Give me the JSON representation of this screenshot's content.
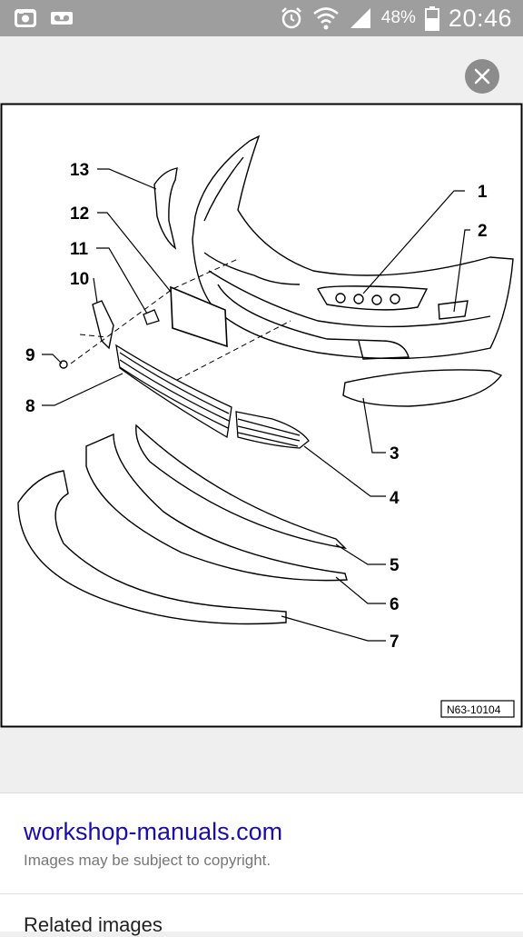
{
  "status_bar": {
    "battery": "48%",
    "time": "20:46",
    "icons": [
      "screenshot-icon",
      "voicemail-icon",
      "alarm-icon",
      "wifi-icon",
      "signal-icon",
      "battery-icon"
    ]
  },
  "viewer": {
    "close_icon": "close-icon",
    "diagram": {
      "callouts": [
        "1",
        "2",
        "3",
        "4",
        "5",
        "6",
        "7",
        "8",
        "9",
        "10",
        "11",
        "12",
        "13"
      ],
      "reference_code": "N63-10104"
    }
  },
  "info": {
    "site": "workshop-manuals.com",
    "copyright": "Images may be subject to copyright."
  },
  "related": {
    "title": "Related images"
  },
  "colors": {
    "status_bar_bg": "#9e9e9e",
    "link": "#1a0dab",
    "close_button_bg": "#8c8c8c"
  }
}
